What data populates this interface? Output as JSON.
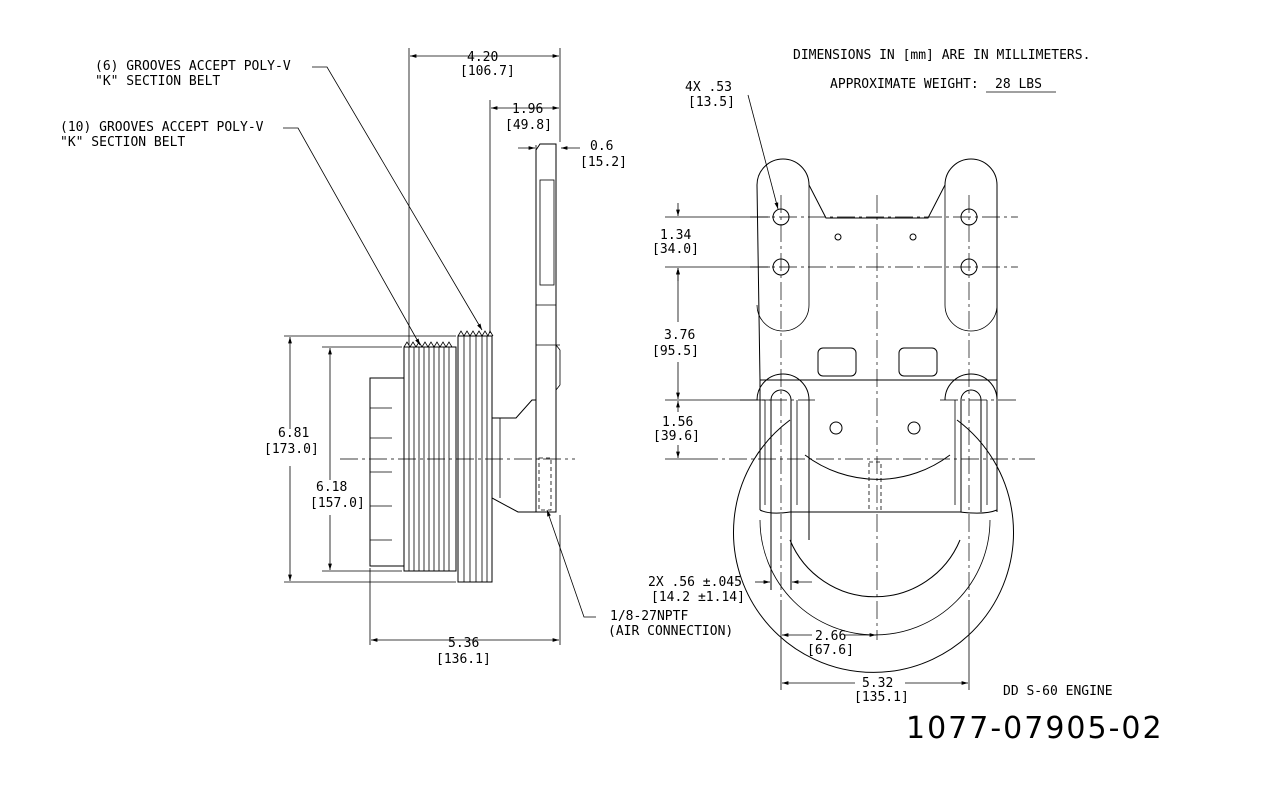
{
  "notes": {
    "dimensions_note": "DIMENSIONS IN [mm] ARE IN MILLIMETERS.",
    "weight_label": "APPROXIMATE WEIGHT:",
    "weight_value": "28 LBS"
  },
  "callouts": {
    "grooves6_line1": "(6) GROOVES ACCEPT POLY-V",
    "grooves6_line2": "\"K\" SECTION BELT",
    "grooves10_line1": "(10) GROOVES ACCEPT POLY-V",
    "grooves10_line2": "\"K\" SECTION BELT",
    "air_line1": "1/8-27NPTF",
    "air_line2": "(AIR CONNECTION)"
  },
  "side_view": {
    "dim_overall_in": "4.20",
    "dim_overall_mm": "[106.7]",
    "dim_196_in": "1.96",
    "dim_196_mm": "[49.8]",
    "dim_06_in": "0.6",
    "dim_06_mm": "[15.2]",
    "dim_681_in": "6.81",
    "dim_681_mm": "[173.0]",
    "dim_618_in": "6.18",
    "dim_618_mm": "[157.0]",
    "dim_536_in": "5.36",
    "dim_536_mm": "[136.1]"
  },
  "front_view": {
    "holes_in": "4X .53",
    "holes_mm": "[13.5]",
    "dim_134_in": "1.34",
    "dim_134_mm": "[34.0]",
    "dim_376_in": "3.76",
    "dim_376_mm": "[95.5]",
    "dim_156_in": "1.56",
    "dim_156_mm": "[39.6]",
    "slot_in": "2X .56 ±.045",
    "slot_mm": "[14.2 ±1.14]",
    "dim_266_in": "2.66",
    "dim_266_mm": "[67.6]",
    "dim_532_in": "5.32",
    "dim_532_mm": "[135.1]"
  },
  "engine": "DD S-60 ENGINE",
  "part_number": "1077-07905-02"
}
